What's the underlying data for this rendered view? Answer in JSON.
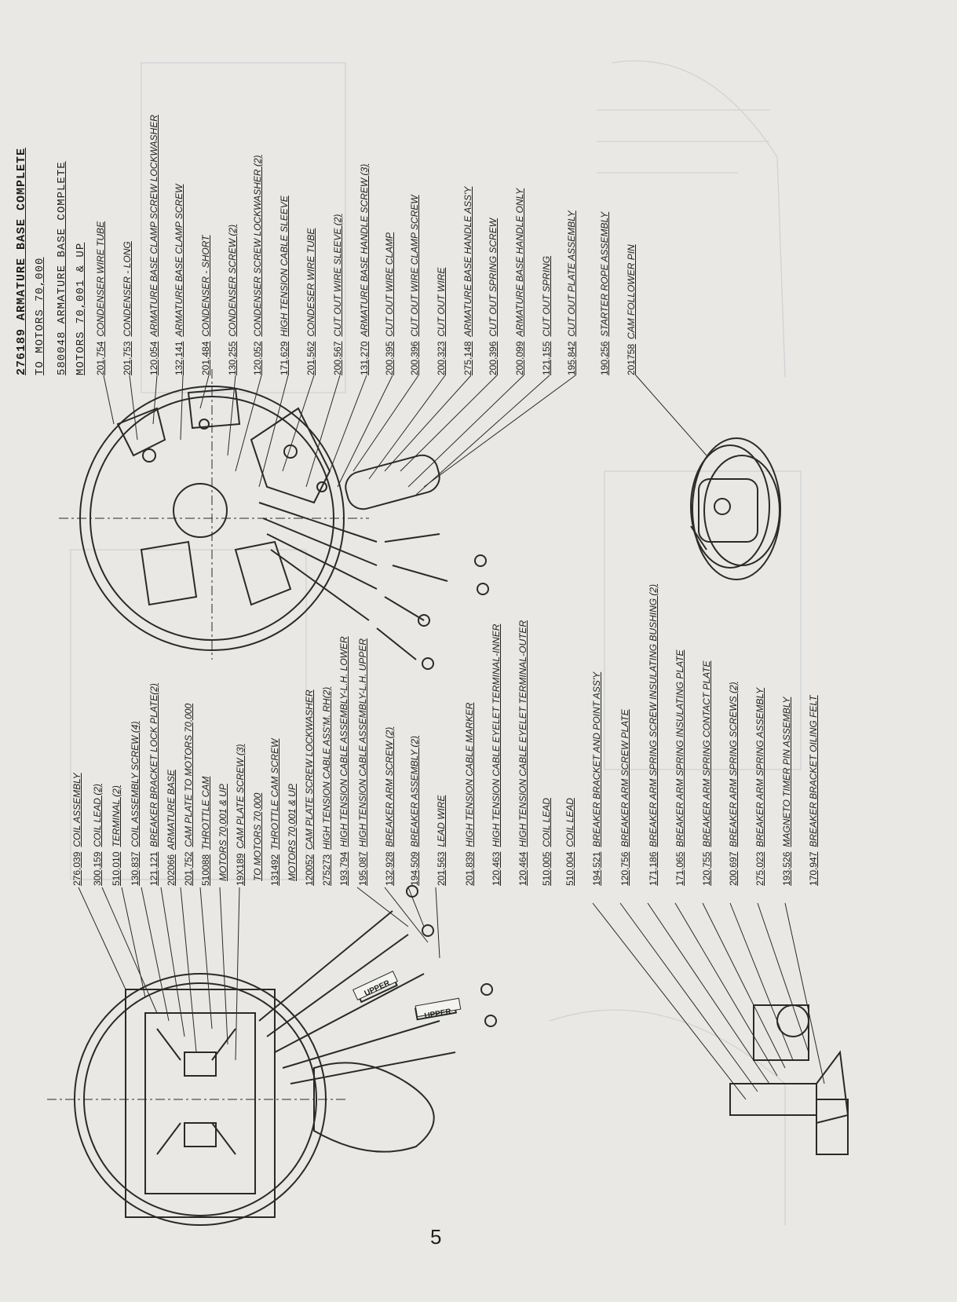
{
  "header": {
    "line1": "276189  ARMATURE  BASE  COMPLETE",
    "line2": "TO MOTORS  70,000",
    "line3": "580048  ARMATURE  BASE  COMPLETE",
    "line4": "MOTORS 70,001 & UP"
  },
  "upper_parts": [
    {
      "num": "201,754",
      "desc": "CONDENSER WIRE TUBE"
    },
    {
      "num": "201,753",
      "desc": "CONDENSER - LONG"
    },
    {
      "num": "120,054",
      "desc": "ARMATURE BASE CLAMP SCREW LOCKWASHER"
    },
    {
      "num": "132,141",
      "desc": "ARMATURE BASE CLAMP SCREW"
    },
    {
      "num": "201,484",
      "desc": "CONDENSER - SHORT"
    },
    {
      "num": "130,255",
      "desc": "CONDENSER SCREW (2)"
    },
    {
      "num": "120,052",
      "desc": "CONDENSER SCREW LOCKWASHER (2)"
    },
    {
      "num": "171,629",
      "desc": "HIGH TENSION CABLE SLEEVE"
    },
    {
      "num": "201,562",
      "desc": "CONDESER WIRE TUBE"
    },
    {
      "num": "200,567",
      "desc": "CUT OUT WIRE SLEEVE (2)"
    },
    {
      "num": "131,270",
      "desc": "ARMATURE BASE HANDLE SCREW (3)"
    },
    {
      "num": "200,395",
      "desc": "CUT OUT WIRE CLAMP"
    },
    {
      "num": "200,396",
      "desc": "CUT OUT WIRE CLAMP SCREW"
    },
    {
      "num": "200,323",
      "desc": "CUT OUT WIRE"
    },
    {
      "num": "275,148",
      "desc": "ARMATURE BASE HANDLE ASS'Y"
    },
    {
      "num": "200,396",
      "desc": "CUT OUT SPRING SCREW"
    },
    {
      "num": "200,099",
      "desc": "ARMATURE BASE HANDLE ONLY"
    },
    {
      "num": "121,155",
      "desc": "CUT OUT SPRING"
    },
    {
      "num": "195,842",
      "desc": "CUT OUT PLATE ASSEMBLY"
    },
    {
      "num": "190,256",
      "desc": "STARTER ROPE ASSEMBLY"
    },
    {
      "num": "201758",
      "desc": "CAM FOLLOWER PIN"
    }
  ],
  "lower_parts": [
    {
      "num": "276,039",
      "desc": "COIL ASSEMBLY"
    },
    {
      "num": "300,159",
      "desc": "COIL LEAD  (2)"
    },
    {
      "num": "510,010",
      "desc": "TERMINAL  (2)"
    },
    {
      "num": "130,837",
      "desc": "COIL ASSEMBLY SCREW (4)"
    },
    {
      "num": "121,121",
      "desc": "BREAKER  BRACKET  LOCK  PLATE(2)"
    },
    {
      "num": "202066",
      "desc": "ARMATURE  BASE"
    },
    {
      "num": "201,752",
      "desc": "CAM  PLATE   TO MOTORS 70,000"
    },
    {
      "num": "510088",
      "desc": "THROTTLE  CAM"
    },
    {
      "num": "",
      "desc": "MOTORS  70,001 & UP"
    },
    {
      "num": "19X189",
      "desc": "CAM  PLATE  SCREW (3)"
    },
    {
      "num": "",
      "desc": "TO MOTORS 70,000"
    },
    {
      "num": "131492",
      "desc": "THROTTLE  CAM  SCREW"
    },
    {
      "num": "",
      "desc": "MOTORS  70,001 & UP"
    },
    {
      "num": "120052",
      "desc": "CAM PLATE SCREW LOCKWASHER"
    },
    {
      "num": "275273",
      "desc": "HIGH  TENSION  CABLE  ASS'M. RH(2)"
    },
    {
      "num": "193,794",
      "desc": "HIGH TENSION CABLE ASSEMBLY-L.H. LOWER"
    },
    {
      "num": "195,087",
      "desc": "HIGH TENSION CABLE ASSEMBLY-L.H. UPPER"
    },
    {
      "num": "132,928",
      "desc": "BREAKER  ARM SCREW (2)"
    },
    {
      "num": "194,509",
      "desc": "BREAKER  ASSEMBLY (2)"
    },
    {
      "num": "201,563",
      "desc": "LEAD WIRE"
    },
    {
      "num": "201,839",
      "desc": "HIGH TENSION CABLE MARKER"
    },
    {
      "num": "120,463",
      "desc": "HIGH TENSION CABLE EYELET TERMINAL-INNER"
    },
    {
      "num": "120,464",
      "desc": "HIGH TENSION CABLE EYELET TERMINAL-OUTER"
    },
    {
      "num": "510,005",
      "desc": "COIL LEAD"
    },
    {
      "num": "510,004",
      "desc": "COIL LEAD"
    },
    {
      "num": "194,521",
      "desc": "BREAKER BRACKET AND POINT ASS'Y"
    },
    {
      "num": "120,756",
      "desc": "BREAKER  ARM SCREW PLATE"
    },
    {
      "num": "171,186",
      "desc": "BREAKER ARM SPRING SCREW INSULATING BUSHING (2)"
    },
    {
      "num": "171,065",
      "desc": "BREAKER ARM  SPRING INSULATING PLATE"
    },
    {
      "num": "120,755",
      "desc": "BREAKER ARM SPRING CONTACT PLATE"
    },
    {
      "num": "200,697",
      "desc": "BREAKER ARM SPRING SCREWS (2)"
    },
    {
      "num": "275,023",
      "desc": "BREAKER ARM SPRING ASSEMBLY"
    },
    {
      "num": "193,526",
      "desc": "MAGNETO TIMER PIN ASSEMBLY"
    },
    {
      "num": "170,947",
      "desc": "BREAKER BRACKET OILING FELT"
    }
  ],
  "cable_markers": {
    "upper_1": "UPPER",
    "upper_2": "UPPER"
  },
  "page_number": "5"
}
